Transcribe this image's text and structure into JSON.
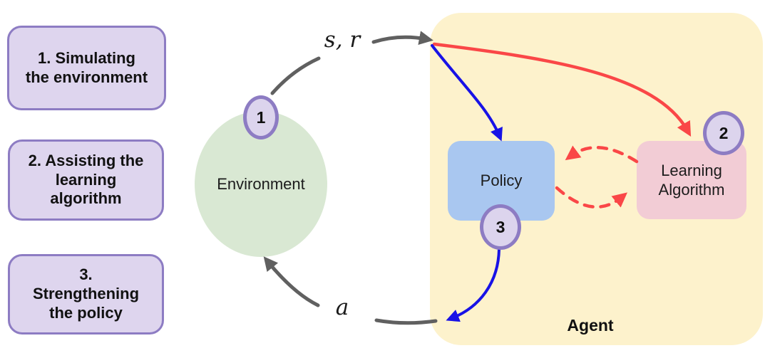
{
  "colors": {
    "purple_fill": "#ded5ee",
    "purple_border": "#8d7cc3",
    "badge_fill": "#dcd4ed",
    "green_fill": "#d9e8d3",
    "yellow_fill": "#fdf2cc",
    "blue_fill": "#a9c7f0",
    "pink_fill": "#f2ccd5",
    "gray_arrow": "#606060",
    "blue_arrow": "#1812e6",
    "red_arrow": "#fa4747",
    "text_dark": "#111111"
  },
  "legend": {
    "items": [
      {
        "label": "1. Simulating the environment"
      },
      {
        "label": "2. Assisting the learning algorithm"
      },
      {
        "label": "3. Strengthening the policy"
      }
    ]
  },
  "diagram": {
    "environment": {
      "label": "Environment",
      "badge": "1"
    },
    "agent": {
      "label": "Agent"
    },
    "policy": {
      "label": "Policy",
      "badge": "3"
    },
    "learning_algorithm": {
      "label": "Learning Algorithm",
      "badge": "2"
    },
    "arrows": {
      "state_reward_label": "s, r",
      "action_label": "a"
    }
  }
}
